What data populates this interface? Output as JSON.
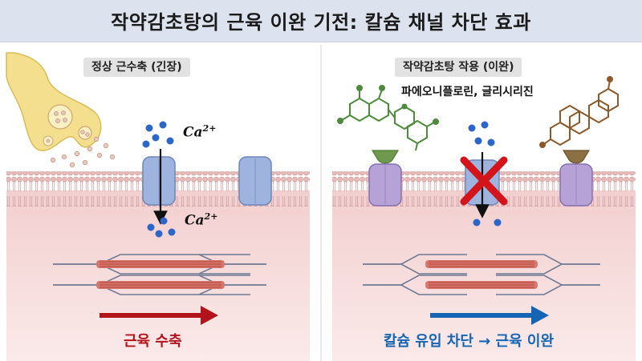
{
  "title": "작약감초탕의 근육 이완 기전: 칼슘 채널 차단 효과",
  "left_panel": {
    "label": "정상 근수축 (긴장)",
    "ion_top": {
      "base": "Ca",
      "sup": "2+"
    },
    "ion_bottom": {
      "base": "Ca",
      "sup": "2+"
    },
    "effect": "근육 수축",
    "effect_color": "#b3141c"
  },
  "right_panel": {
    "label": "작약감초탕 작용 (이완)",
    "compounds": "파에오니플로린, 글리시리진",
    "effect": "칼슘 유입 차단 → 근육 이완",
    "effect_color": "#1565b5"
  },
  "colors": {
    "title_bg": "#dde3ee",
    "cytoplasm": "#f6d9d9",
    "membrane_head": "#e7b9b9",
    "channel_normal": "#9eb4de",
    "channel_blocked": "#b6a2d6",
    "ion": "#2d66c9",
    "block_x": "#d4141b",
    "compound_green": "#4e8a3c",
    "compound_brown": "#8a5a2b",
    "vesicle": "#f4df8e"
  }
}
